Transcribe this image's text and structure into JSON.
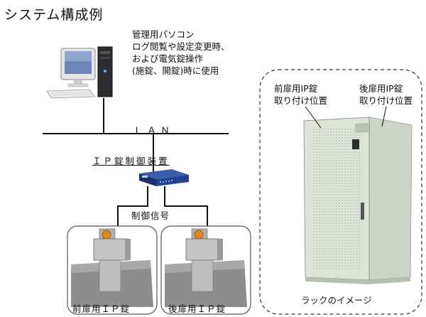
{
  "title": "システム構成例",
  "pc_description": [
    "管理用パソコン",
    "ログ閲覧や設定変更時、",
    "および電気錠操作",
    "(施錠、開錠)時に使用"
  ],
  "network_label": "ＬＡＮ",
  "controller_label": "ＩＰ錠制御装置",
  "signal_label": "制御信号",
  "front_lock_label": "前扉用ＩＰ錠",
  "rear_lock_label": "後扉用ＩＰ錠",
  "front_position_label": [
    "前扉用IP錠",
    "取り付け位置"
  ],
  "rear_position_label": [
    "後扉用IP錠",
    "取り付け位置"
  ],
  "rack_caption": "ラックのイメージ",
  "colors": {
    "line": "#111111",
    "device_blue": "#1f3f8c",
    "rack_body": "#dde4d8",
    "frame_dash": "#333333"
  }
}
